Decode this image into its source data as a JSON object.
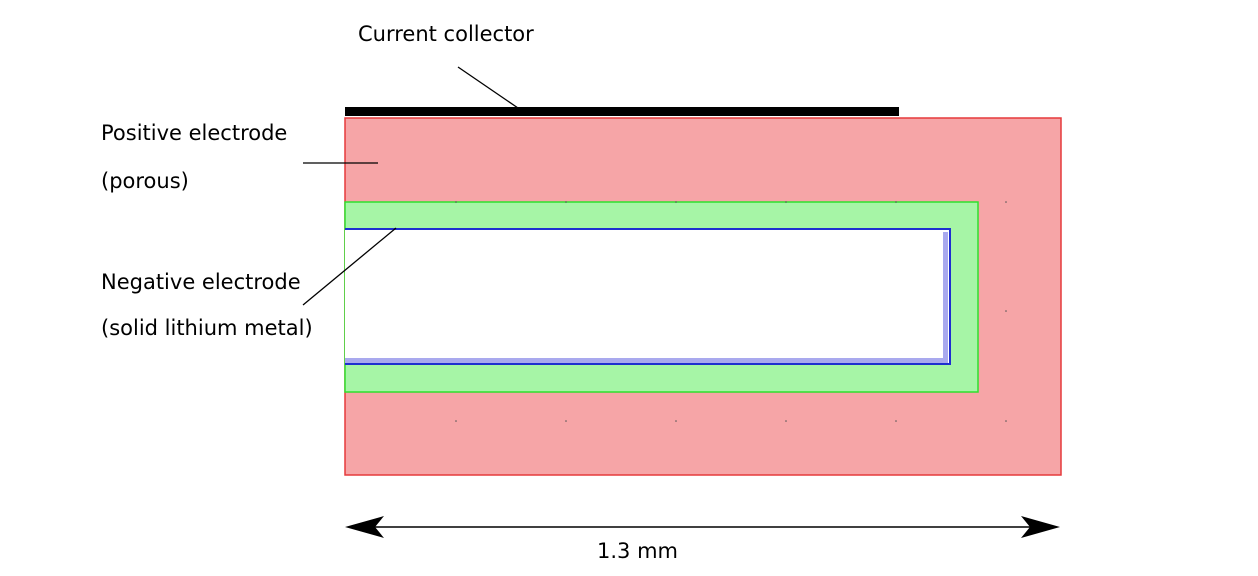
{
  "labels": {
    "current_collector": "Current collector",
    "positive_line1": "Positive electrode",
    "positive_line2": "(porous)",
    "negative_line1": "Negative electrode",
    "negative_line2": "(solid lithium metal)"
  },
  "dimension": {
    "width_label": "1.3 mm"
  },
  "colors": {
    "positive_electrode_fill": "#f6a5a7",
    "positive_electrode_stroke": "#e53a3c",
    "separator_fill": "#a6f5a6",
    "separator_stroke": "#2fe02f",
    "negative_electrode_stroke": "#1f2fd0",
    "negative_electrode_shadow": "#a9a9ee",
    "current_collector": "#000000",
    "leader_lines": "#000000"
  }
}
